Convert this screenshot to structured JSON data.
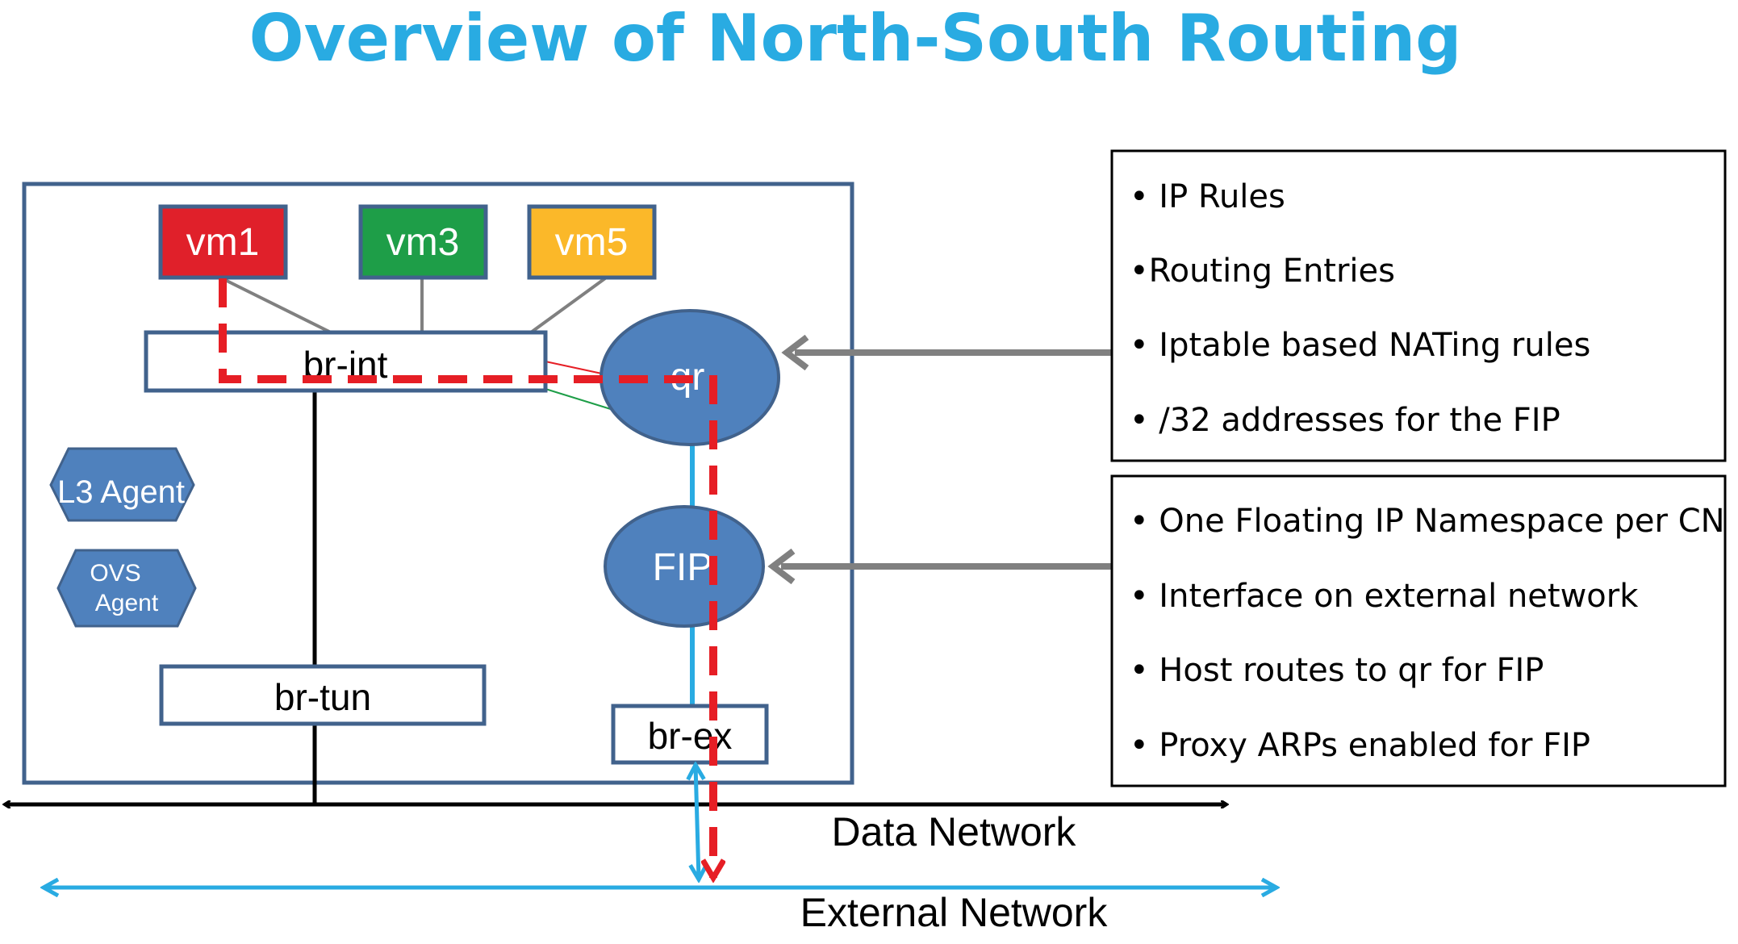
{
  "title": "Overview of North-South Routing",
  "colors": {
    "title": "#29abe2",
    "node_border": "#41628c",
    "node_fill": "#4f81bd",
    "vm1": "#e0202a",
    "vm3": "#1e9e48",
    "vm5": "#fbb829",
    "path": "#e61e25",
    "external": "#29abe2"
  },
  "vms": {
    "vm1": "vm1",
    "vm3": "vm3",
    "vm5": "vm5"
  },
  "bridges": {
    "br_int": "br-int",
    "br_tun": "br-tun",
    "br_ex": "br-ex"
  },
  "namespaces": {
    "qr": "qr",
    "fip": "FIP"
  },
  "agents": {
    "l3": "L3 Agent",
    "ovs_line1": "OVS",
    "ovs_line2": "Agent"
  },
  "networks": {
    "data": "Data Network",
    "external": "External Network"
  },
  "qr_info": [
    "• IP Rules",
    "•Routing Entries",
    "• Iptable based NATing rules",
    "• /32 addresses for the FIP"
  ],
  "fip_info": [
    "• One Floating IP Namespace per CN",
    "• Interface on external network",
    "• Host routes to qr for FIP",
    "• Proxy ARPs enabled for FIP"
  ]
}
